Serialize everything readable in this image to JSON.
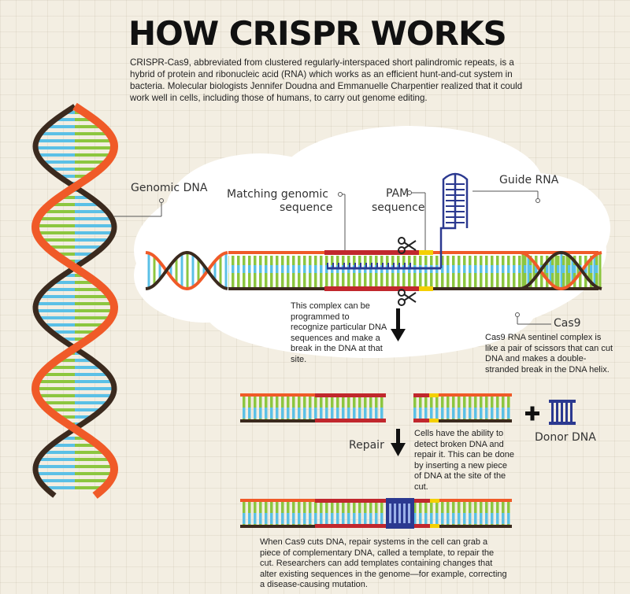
{
  "header": {
    "title": "HOW CRISPR WORKS",
    "intro": "CRISPR-Cas9, abbreviated from clustered regularly-interspaced short palindromic repeats, is a hybrid of protein and ribonucleic acid (RNA) which works as an efficient hunt-and-cut system in bacteria. Molecular biologists Jennifer Doudna and Emmanuelle Charpentier realized that it could work well in cells, including those of humans, to carry out genome editing."
  },
  "labels": {
    "genomic_dna": "Genomic DNA",
    "matching_line1": "Matching genomic",
    "matching_line2": "sequence",
    "pam_line1": "PAM",
    "pam_line2": "sequence",
    "guide_rna": "Guide RNA",
    "cas9": "Cas9",
    "repair": "Repair",
    "donor_dna": "Donor DNA"
  },
  "notes": {
    "complex": "This complex can be programmed to recognize particular DNA sequences and make a break in the DNA at that site.",
    "cas9": "Cas9 RNA sentinel complex is like a pair of scissors that can cut DNA and makes a double-stranded break in the DNA helix.",
    "cells": "Cells have the ability to detect broken DNA and repair it. This can be done by inserting a new piece of DNA at the site of the cut.",
    "bottom": "When Cas9 cuts DNA, repair systems in the cell can grab a piece of complementary DNA, called a template, to repair the cut. Researchers can add templates containing changes that alter existing sequences in the genome—for example, correcting a disease-causing mutation."
  },
  "colors": {
    "strand_orange": "#f05a28",
    "strand_dark": "#3b2a1e",
    "base_green": "#8cc63f",
    "base_blue": "#5bc0e6",
    "match_red": "#c1272d",
    "pam_yellow": "#f5d000",
    "rna_navy": "#2b3990",
    "cloud": "#ffffff"
  },
  "icons": [
    "scissors-icon",
    "down-arrow-icon",
    "plus-icon",
    "donor-dna-icon"
  ]
}
